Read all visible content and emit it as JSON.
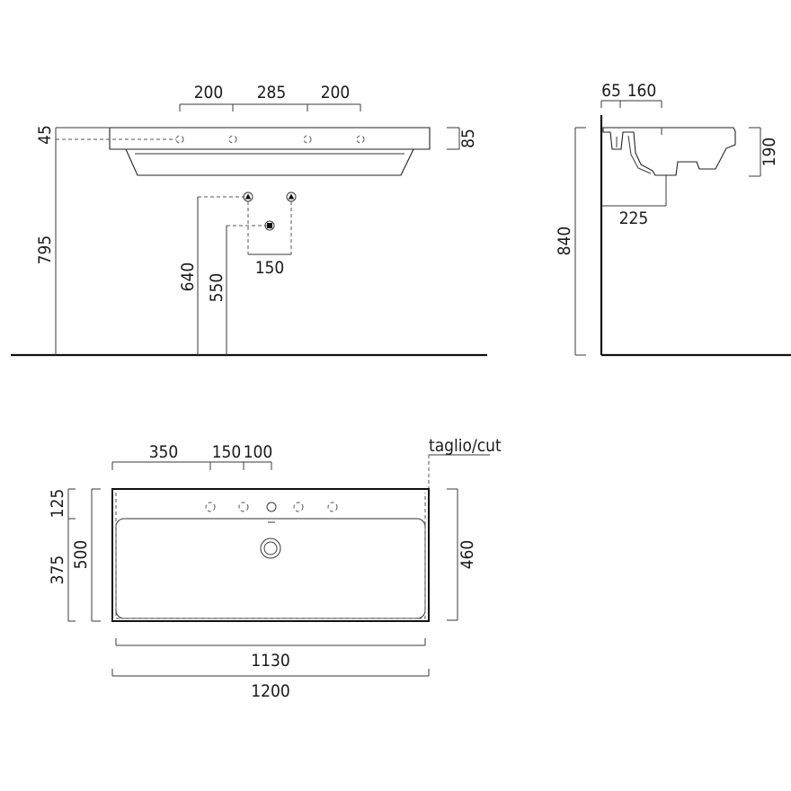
{
  "front_view": {
    "dim_top_left": "200",
    "dim_top_mid": "285",
    "dim_top_right": "200",
    "dim_rim_thickness": "45",
    "dim_basin_height": "85",
    "dim_rim_height": "795",
    "dim_supply_height": "640",
    "dim_waste_height": "550",
    "dim_supply_spacing": "150"
  },
  "side_view": {
    "dim_wall_offset": "65",
    "dim_tap_offset": "160",
    "dim_basin_depth": "190",
    "dim_waste_offset": "225",
    "dim_total_height": "840"
  },
  "plan_view": {
    "dim_left": "350",
    "dim_mid": "150",
    "dim_right": "100",
    "cut_label": "taglio/cut",
    "dim_back_band": "125",
    "dim_bowl_depth": "375",
    "dim_total_depth": "500",
    "dim_right_depth": "460",
    "dim_inner_width": "1130",
    "dim_total_width": "1200"
  }
}
